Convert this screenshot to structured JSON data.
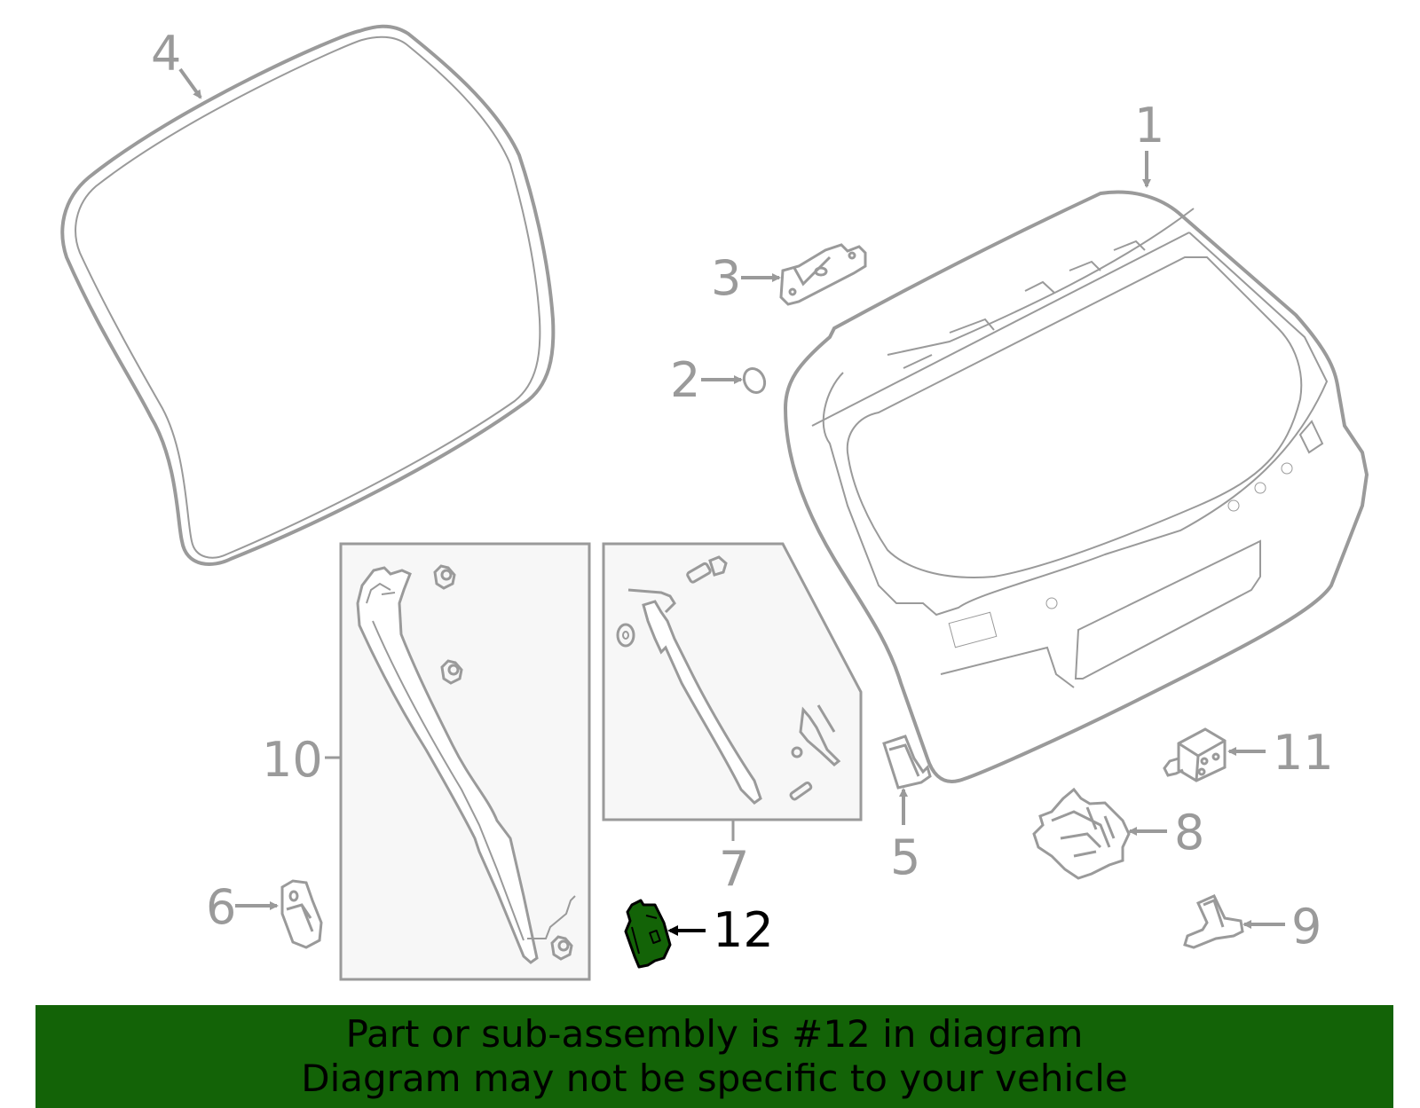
{
  "diagram": {
    "type": "exploded parts diagram",
    "subject": "rear liftgate / back door assembly",
    "highlighted_part": "12",
    "colors": {
      "line": "#9a9a9a",
      "box_fill": "#f7f7f7",
      "highlight_fill": "#136307",
      "highlight_label": "#000000",
      "banner_bg": "#136307"
    },
    "callouts": [
      {
        "id": "1",
        "label": "1"
      },
      {
        "id": "2",
        "label": "2"
      },
      {
        "id": "3",
        "label": "3"
      },
      {
        "id": "4",
        "label": "4"
      },
      {
        "id": "5",
        "label": "5"
      },
      {
        "id": "6",
        "label": "6"
      },
      {
        "id": "7",
        "label": "7"
      },
      {
        "id": "8",
        "label": "8"
      },
      {
        "id": "9",
        "label": "9"
      },
      {
        "id": "10",
        "label": "10"
      },
      {
        "id": "11",
        "label": "11"
      },
      {
        "id": "12",
        "label": "12"
      }
    ]
  },
  "banner": {
    "line1": "Part or sub-assembly is #12 in diagram",
    "line2": "Diagram may not be specific to your vehicle"
  }
}
